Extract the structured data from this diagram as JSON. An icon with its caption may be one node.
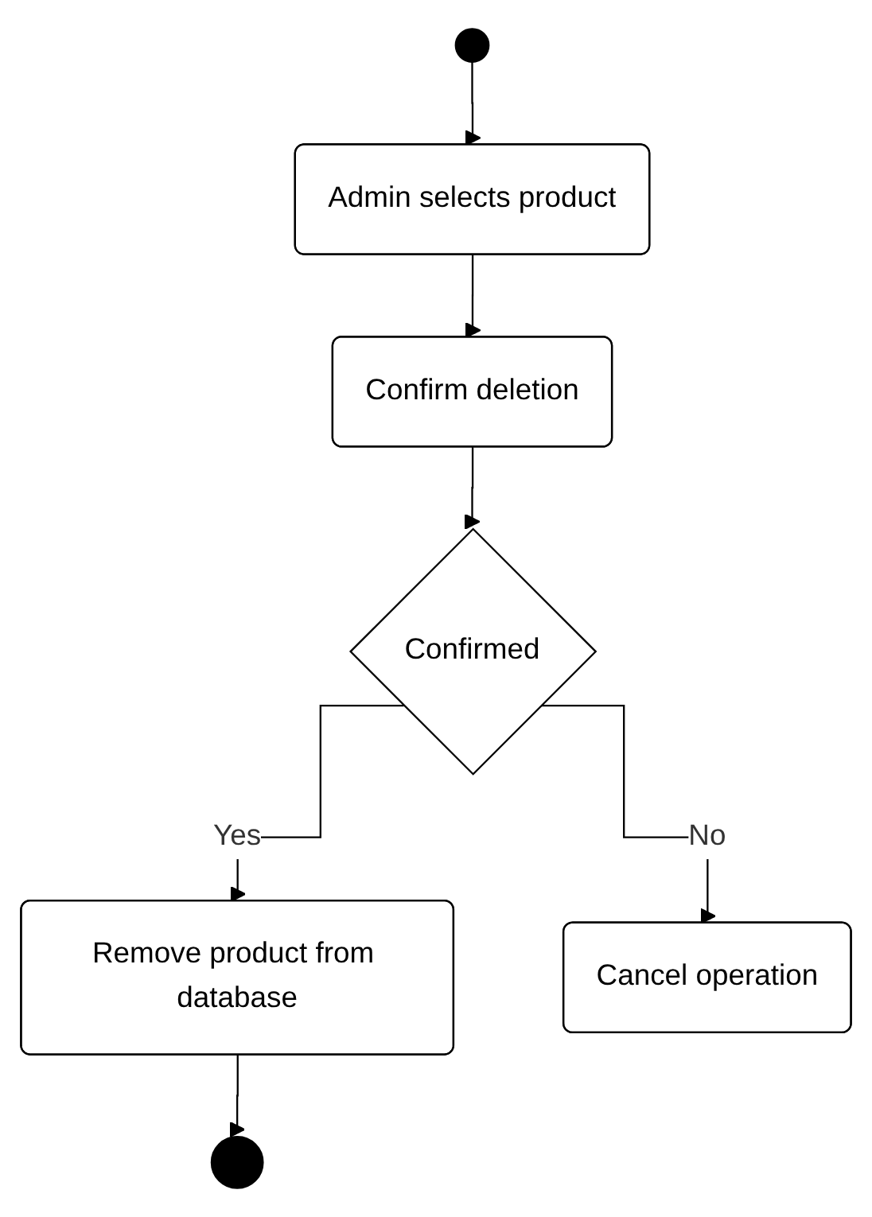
{
  "diagram": {
    "nodes": [
      {
        "text": [],
        "shape": "circle"
      },
      {
        "text": [
          "Admin selects product"
        ]
      },
      {
        "text": [
          "Confirm deletion"
        ]
      },
      {
        "text": [
          "Confirmed"
        ]
      },
      {
        "text": [
          "Remove product from database"
        ]
      },
      {
        "text": [
          "Cancel operation"
        ]
      },
      {
        "text": [],
        "shape": "circle"
      }
    ],
    "edges": [
      {
        "from": 0,
        "to": 1,
        "arrow": "to"
      },
      {
        "from": 1,
        "to": 2,
        "arrow": "to"
      },
      {
        "from": 2,
        "to": 3,
        "arrow": "to"
      },
      {
        "from": 3,
        "to": 4,
        "arrow": "to",
        "label": "Yes"
      },
      {
        "from": 3,
        "to": 5,
        "arrow": "to",
        "label": "No"
      },
      {
        "from": 4,
        "to": 6,
        "arrow": "to"
      }
    ]
  }
}
